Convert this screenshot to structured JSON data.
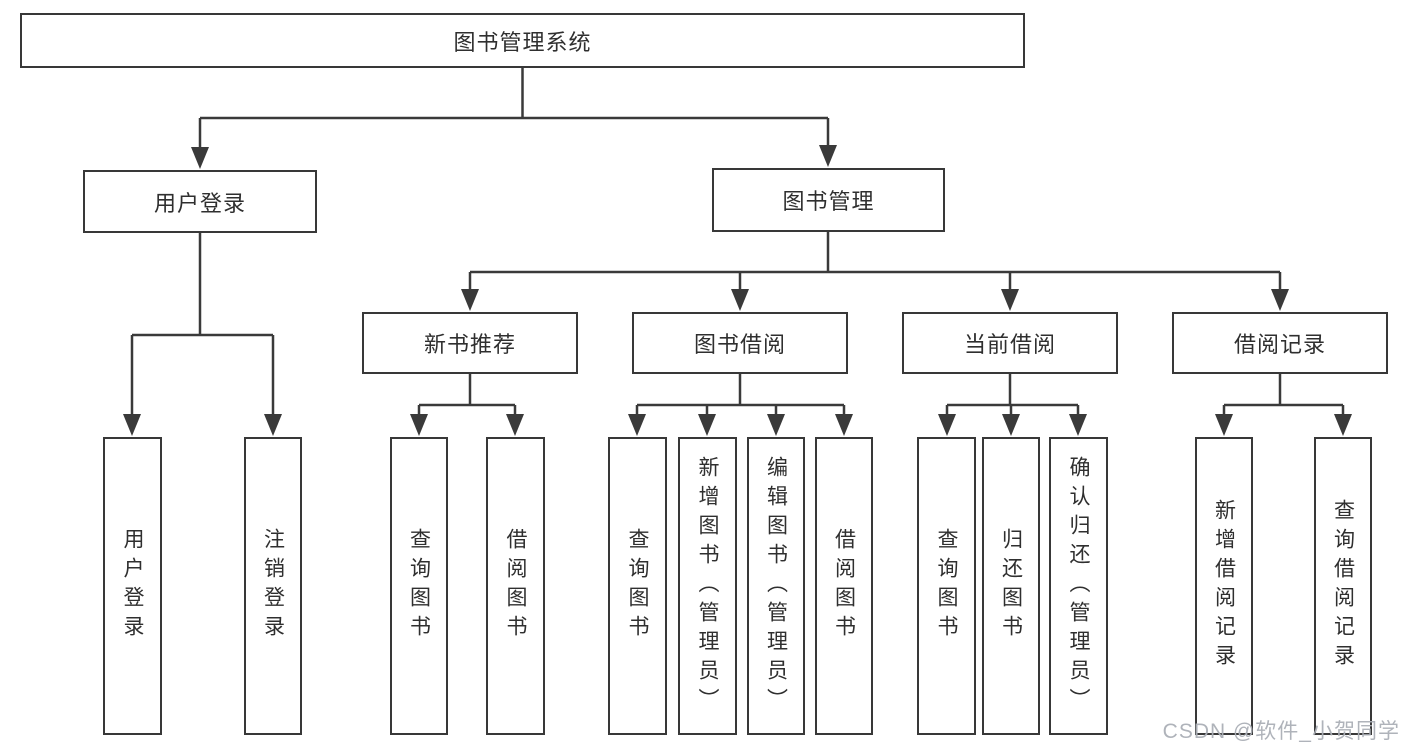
{
  "diagram": {
    "type": "hierarchy-tree",
    "root": {
      "label": "图书管理系统",
      "children": [
        {
          "label": "用户登录",
          "children": [
            {
              "label": "用户登录"
            },
            {
              "label": "注销登录"
            }
          ]
        },
        {
          "label": "图书管理",
          "children": [
            {
              "label": "新书推荐",
              "children": [
                {
                  "label": "查询图书"
                },
                {
                  "label": "借阅图书"
                }
              ]
            },
            {
              "label": "图书借阅",
              "children": [
                {
                  "label": "查询图书"
                },
                {
                  "label": "新增图书（管理员）"
                },
                {
                  "label": "编辑图书（管理员）"
                },
                {
                  "label": "借阅图书"
                }
              ]
            },
            {
              "label": "当前借阅",
              "children": [
                {
                  "label": "查询图书"
                },
                {
                  "label": "归还图书"
                },
                {
                  "label": "确认归还（管理员）"
                }
              ]
            },
            {
              "label": "借阅记录",
              "children": [
                {
                  "label": "新增借阅记录"
                },
                {
                  "label": "查询借阅记录"
                }
              ]
            }
          ]
        }
      ]
    },
    "watermark": "CSDN @软件_小贺同学",
    "colors": {
      "line": "#3a3a3a",
      "box_border": "#383838",
      "text": "#2f2f2f",
      "background": "#ffffff",
      "watermark": "#abafb6"
    }
  }
}
